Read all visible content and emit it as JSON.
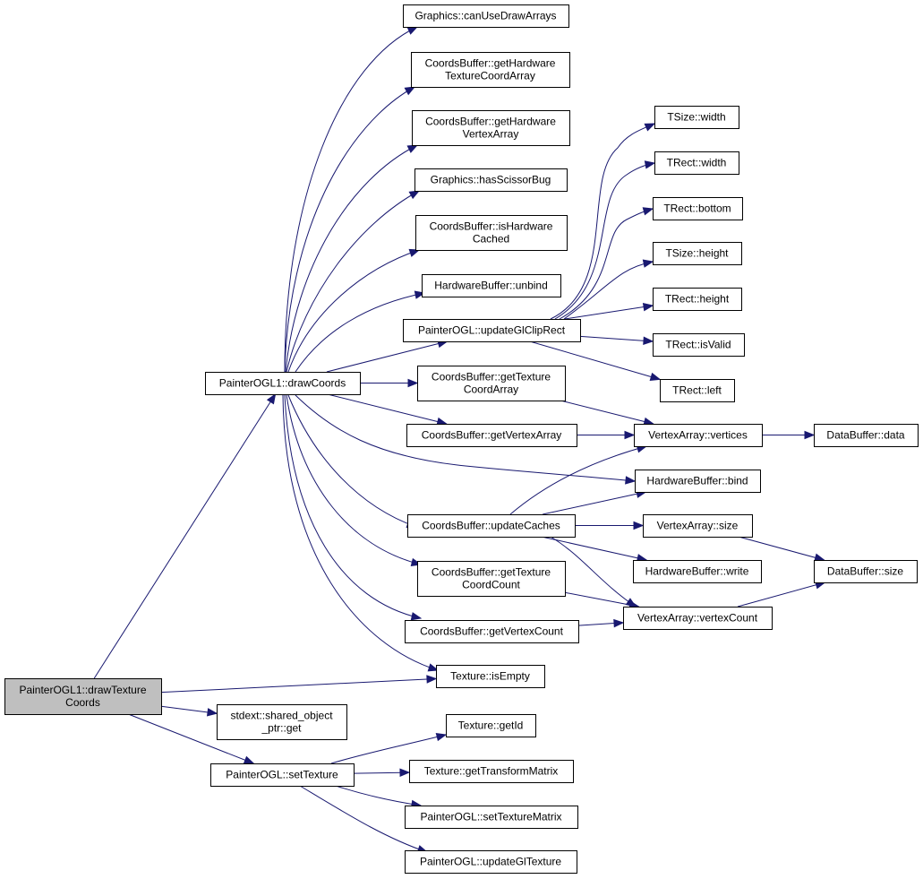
{
  "graph": {
    "edge_color": "#191970",
    "root_fill": "#bfbfbf",
    "nodes": [
      {
        "id": "root",
        "lines": [
          "PainterOGL1::drawTexture",
          "Coords"
        ],
        "root": true
      },
      {
        "id": "drawCoords",
        "lines": [
          "PainterOGL1::drawCoords"
        ]
      },
      {
        "id": "canUseDrawArrays",
        "lines": [
          "Graphics::canUseDrawArrays"
        ]
      },
      {
        "id": "getHwTexCoordArray",
        "lines": [
          "CoordsBuffer::getHardware",
          "TextureCoordArray"
        ]
      },
      {
        "id": "getHwVertexArray",
        "lines": [
          "CoordsBuffer::getHardware",
          "VertexArray"
        ]
      },
      {
        "id": "hasScissorBug",
        "lines": [
          "Graphics::hasScissorBug"
        ]
      },
      {
        "id": "isHardwareCached",
        "lines": [
          "CoordsBuffer::isHardware",
          "Cached"
        ]
      },
      {
        "id": "hbUnbind",
        "lines": [
          "HardwareBuffer::unbind"
        ]
      },
      {
        "id": "updateGlClipRect",
        "lines": [
          "PainterOGL::updateGlClipRect"
        ]
      },
      {
        "id": "getTexCoordArray",
        "lines": [
          "CoordsBuffer::getTexture",
          "CoordArray"
        ]
      },
      {
        "id": "getVertexArray",
        "lines": [
          "CoordsBuffer::getVertexArray"
        ]
      },
      {
        "id": "updateCaches",
        "lines": [
          "CoordsBuffer::updateCaches"
        ]
      },
      {
        "id": "getTexCoordCount",
        "lines": [
          "CoordsBuffer::getTexture",
          "CoordCount"
        ]
      },
      {
        "id": "getVertexCount",
        "lines": [
          "CoordsBuffer::getVertexCount"
        ]
      },
      {
        "id": "texIsEmpty",
        "lines": [
          "Texture::isEmpty"
        ]
      },
      {
        "id": "sharedGet",
        "lines": [
          "stdext::shared_object",
          "_ptr::get"
        ]
      },
      {
        "id": "setTexture",
        "lines": [
          "PainterOGL::setTexture"
        ]
      },
      {
        "id": "tsizeWidth",
        "lines": [
          "TSize::width"
        ]
      },
      {
        "id": "trectWidth",
        "lines": [
          "TRect::width"
        ]
      },
      {
        "id": "trectBottom",
        "lines": [
          "TRect::bottom"
        ]
      },
      {
        "id": "tsizeHeight",
        "lines": [
          "TSize::height"
        ]
      },
      {
        "id": "trectHeight",
        "lines": [
          "TRect::height"
        ]
      },
      {
        "id": "trectIsValid",
        "lines": [
          "TRect::isValid"
        ]
      },
      {
        "id": "trectLeft",
        "lines": [
          "TRect::left"
        ]
      },
      {
        "id": "vaVertices",
        "lines": [
          "VertexArray::vertices"
        ]
      },
      {
        "id": "hbBind",
        "lines": [
          "HardwareBuffer::bind"
        ]
      },
      {
        "id": "vaSize",
        "lines": [
          "VertexArray::size"
        ]
      },
      {
        "id": "hbWrite",
        "lines": [
          "HardwareBuffer::write"
        ]
      },
      {
        "id": "vaVertexCount",
        "lines": [
          "VertexArray::vertexCount"
        ]
      },
      {
        "id": "dbData",
        "lines": [
          "DataBuffer::data"
        ]
      },
      {
        "id": "dbSize",
        "lines": [
          "DataBuffer::size"
        ]
      },
      {
        "id": "texGetId",
        "lines": [
          "Texture::getId"
        ]
      },
      {
        "id": "texGetTransformMatrix",
        "lines": [
          "Texture::getTransformMatrix"
        ]
      },
      {
        "id": "setTextureMatrix",
        "lines": [
          "PainterOGL::setTextureMatrix"
        ]
      },
      {
        "id": "updateGlTexture",
        "lines": [
          "PainterOGL::updateGlTexture"
        ]
      }
    ],
    "edges": [
      [
        "root",
        "drawCoords"
      ],
      [
        "root",
        "texIsEmpty"
      ],
      [
        "root",
        "sharedGet"
      ],
      [
        "root",
        "setTexture"
      ],
      [
        "drawCoords",
        "canUseDrawArrays"
      ],
      [
        "drawCoords",
        "getHwTexCoordArray"
      ],
      [
        "drawCoords",
        "getHwVertexArray"
      ],
      [
        "drawCoords",
        "hasScissorBug"
      ],
      [
        "drawCoords",
        "isHardwareCached"
      ],
      [
        "drawCoords",
        "hbUnbind"
      ],
      [
        "drawCoords",
        "updateGlClipRect"
      ],
      [
        "drawCoords",
        "getTexCoordArray"
      ],
      [
        "drawCoords",
        "getVertexArray"
      ],
      [
        "drawCoords",
        "hbBind"
      ],
      [
        "drawCoords",
        "updateCaches"
      ],
      [
        "drawCoords",
        "getTexCoordCount"
      ],
      [
        "drawCoords",
        "getVertexCount"
      ],
      [
        "drawCoords",
        "texIsEmpty"
      ],
      [
        "updateGlClipRect",
        "tsizeWidth"
      ],
      [
        "updateGlClipRect",
        "trectWidth"
      ],
      [
        "updateGlClipRect",
        "trectBottom"
      ],
      [
        "updateGlClipRect",
        "tsizeHeight"
      ],
      [
        "updateGlClipRect",
        "trectHeight"
      ],
      [
        "updateGlClipRect",
        "trectIsValid"
      ],
      [
        "updateGlClipRect",
        "trectLeft"
      ],
      [
        "getTexCoordArray",
        "vaVertices"
      ],
      [
        "getVertexArray",
        "vaVertices"
      ],
      [
        "updateCaches",
        "vaVertices"
      ],
      [
        "updateCaches",
        "hbBind"
      ],
      [
        "updateCaches",
        "vaSize"
      ],
      [
        "updateCaches",
        "hbWrite"
      ],
      [
        "updateCaches",
        "vaVertexCount"
      ],
      [
        "getTexCoordCount",
        "vaVertexCount"
      ],
      [
        "getVertexCount",
        "vaVertexCount"
      ],
      [
        "vaVertices",
        "dbData"
      ],
      [
        "vaSize",
        "dbSize"
      ],
      [
        "vaVertexCount",
        "dbSize"
      ],
      [
        "setTexture",
        "texGetId"
      ],
      [
        "setTexture",
        "texGetTransformMatrix"
      ],
      [
        "setTexture",
        "setTextureMatrix"
      ],
      [
        "setTexture",
        "updateGlTexture"
      ]
    ]
  }
}
